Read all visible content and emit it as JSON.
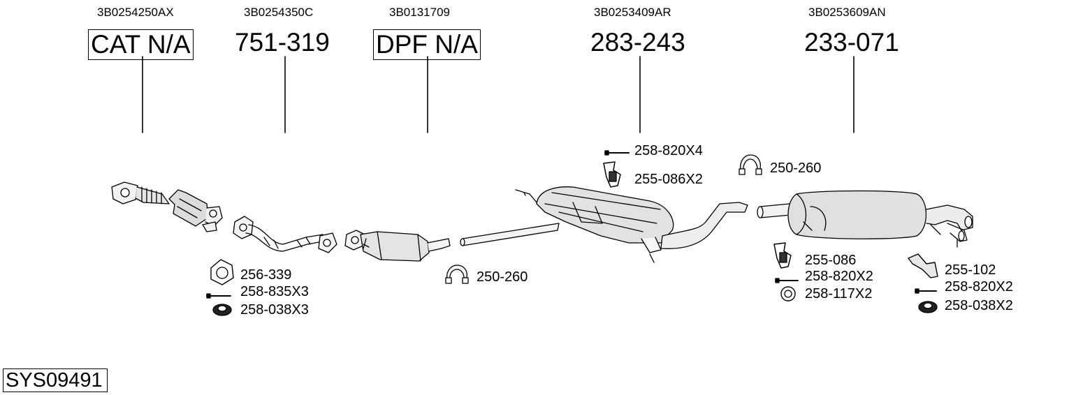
{
  "columns": [
    {
      "oe": "3B0254250AX",
      "part": "CAT N/A",
      "boxed": true
    },
    {
      "oe": "3B0254350C",
      "part": "751-319",
      "boxed": false
    },
    {
      "oe": "3B0131709",
      "part": "DPF N/A",
      "boxed": true
    },
    {
      "oe": "3B0253409AR",
      "part": "283-243",
      "boxed": false
    },
    {
      "oe": "3B0253609AN",
      "part": "233-071",
      "boxed": false
    }
  ],
  "fittings": {
    "f1": "256-339",
    "f2": "258-835X3",
    "f3": "258-038X3",
    "f4": "250-260",
    "f5": "258-820X4",
    "f6": "255-086X2",
    "f7": "250-260",
    "f8": "255-086",
    "f9": "258-820X2",
    "f10": "258-117X2",
    "f11": "255-102",
    "f12": "258-820X2",
    "f13": "258-038X2"
  },
  "system_code": "SYS09491"
}
